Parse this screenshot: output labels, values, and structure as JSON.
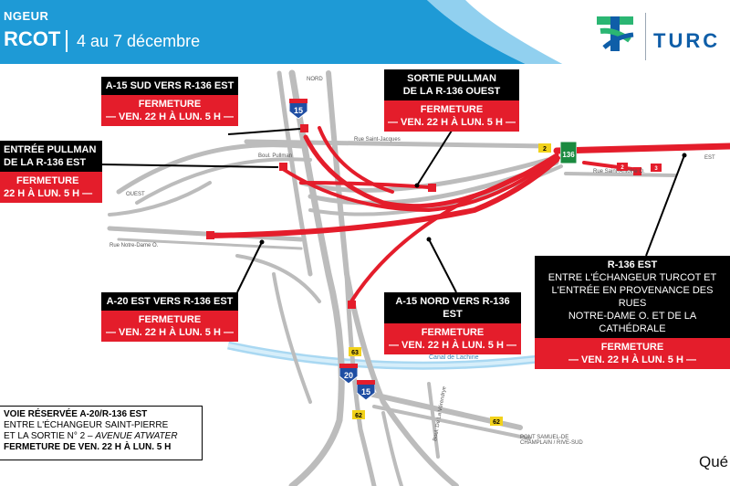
{
  "header": {
    "line1": "NGEUR",
    "line2": "RCOT",
    "dates": "4 au 7 décembre",
    "logo_text": "TURC"
  },
  "colors": {
    "header_blue": "#1e9ad6",
    "closure_red": "#e41d2b",
    "road_grey": "#bcbcbc",
    "canal_blue": "#a9d8f2"
  },
  "map_labels": {
    "nord": "NORD",
    "ouest": "OUEST",
    "est": "EST",
    "rue_saint_jacques": "Rue Saint-Jacques",
    "boul_pullman": "Boul. Pullman",
    "rue_notre_dame": "Rue Notre-Dame O.",
    "rue_saint_antoine": "Rue Saint-Antoine O.",
    "canal": "Canal de Lachine",
    "boul_de_la_verendrye": "Boul. De La Vérendrye",
    "pont": "PONT SAMUEL-DE CHAMPLAIN / RIVE-SUD"
  },
  "shields": {
    "a15": "15",
    "a20": "20",
    "r136": "136",
    "exit2": "2",
    "exit3": "3",
    "exit63": "63",
    "exit62": "62"
  },
  "callouts": {
    "a15_sud": {
      "title": "A-15 SUD VERS R-136 EST",
      "status": "FERMETURE",
      "time": "— VEN. 22 H À LUN. 5 H —"
    },
    "sortie_pullman": {
      "title1": "SORTIE PULLMAN",
      "title2": "DE LA R-136 OUEST",
      "status": "FERMETURE",
      "time": "— VEN. 22 H À LUN. 5 H —"
    },
    "entree_pullman": {
      "title1": "ENTRÉE PULLMAN",
      "title2": "DE LA R-136 EST",
      "status": "FERMETURE",
      "time": "22 H À LUN. 5 H —"
    },
    "a20_est": {
      "title": "A-20 EST VERS R-136 EST",
      "status": "FERMETURE",
      "time": "— VEN. 22 H À LUN. 5 H —"
    },
    "a15_nord": {
      "title": "A-15 NORD VERS R-136 EST",
      "status": "FERMETURE",
      "time": "— VEN. 22 H À LUN. 5 H —"
    },
    "r136_est": {
      "title1": "R-136 EST",
      "title2": "ENTRE L'ÉCHANGEUR TURCOT ET",
      "title3": "L'ENTRÉE EN PROVENANCE DES RUES",
      "title4": "NOTRE-DAME O. ET DE LA CATHÉDRALE",
      "status": "FERMETURE",
      "time": "— VEN. 22 H À LUN. 5 H —"
    }
  },
  "legend": {
    "line1": "VOIE RÉSERVÉE A-20/R-136 EST",
    "line2": "ENTRE L'ÉCHANGEUR SAINT-PIERRE",
    "line3a": "ET LA SORTIE N° 2 – ",
    "line3b": "AVENUE ATWATER",
    "line4": "FERMETURE DE VEN. 22 H À LUN. 5 H"
  },
  "footer": {
    "quebec": "Qué"
  }
}
